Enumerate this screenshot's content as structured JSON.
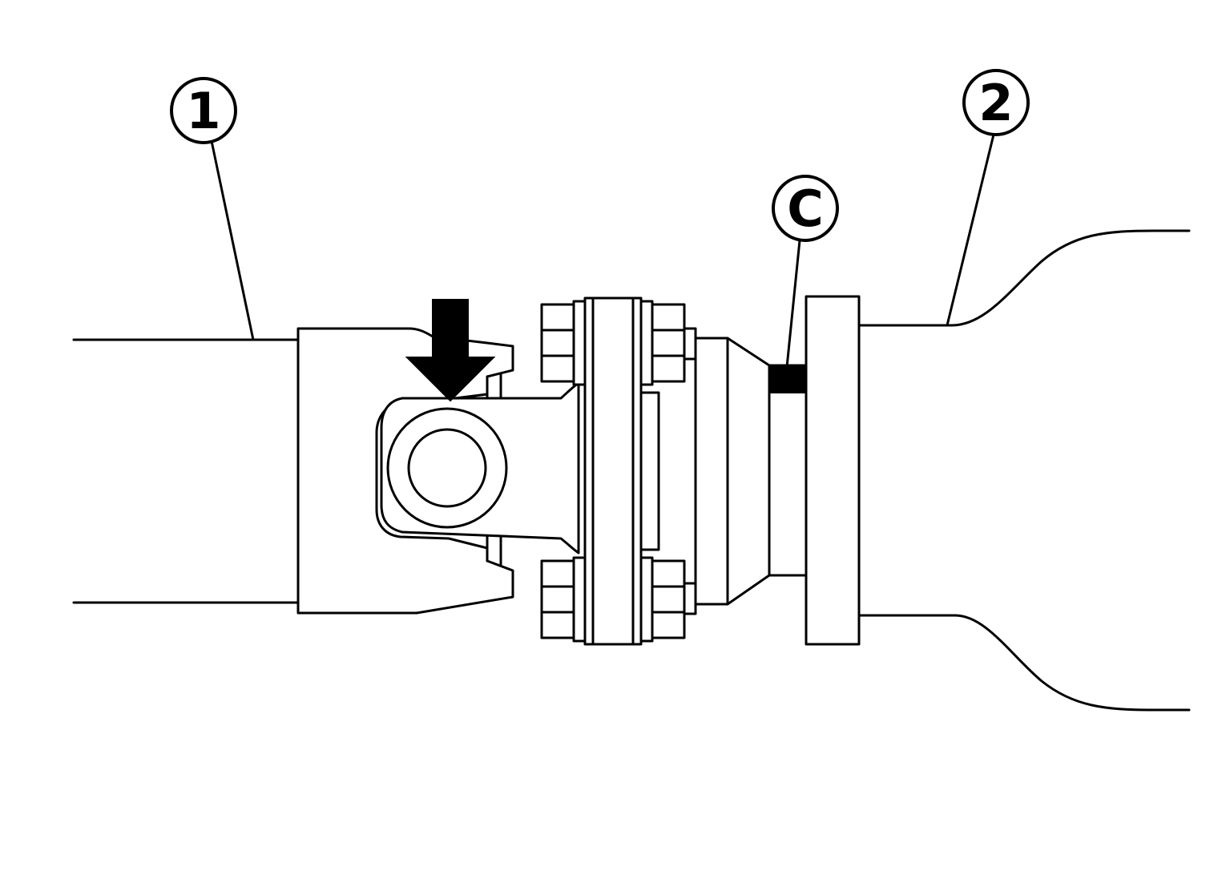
{
  "callouts": {
    "part_1": {
      "label": "1"
    },
    "part_2": {
      "label": "2"
    },
    "mark_c": {
      "label": "C"
    }
  },
  "colors": {
    "stroke": "#000000",
    "background": "#ffffff",
    "arrow": "#000000"
  },
  "icons": {
    "arrow": "down-arrow-icon"
  }
}
